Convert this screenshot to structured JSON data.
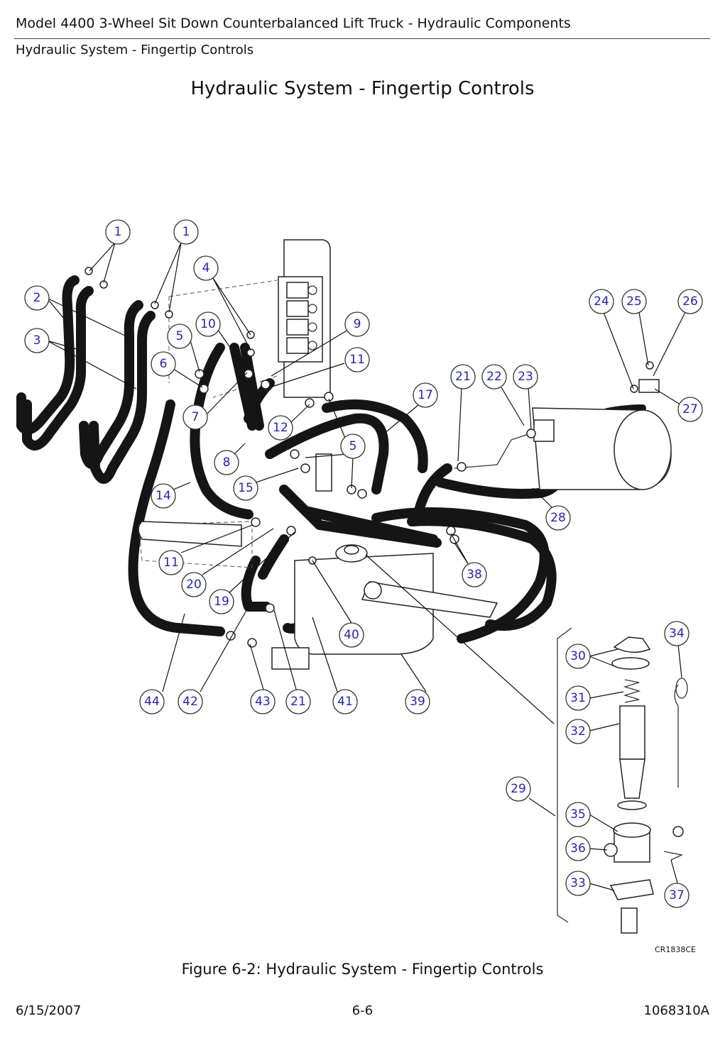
{
  "header": {
    "title": "Model 4400 3-Wheel Sit Down Counterbalanced Lift Truck - Hydraulic Components",
    "section": "Hydraulic System - Fingertip Controls"
  },
  "page_title": "Hydraulic System - Fingertip Controls",
  "figure": {
    "caption": "Figure 6-2:  Hydraulic System - Fingertip Controls",
    "drawing_code": "CR1838CE",
    "callouts": [
      {
        "id": "c1a",
        "label": "1"
      },
      {
        "id": "c1b",
        "label": "1"
      },
      {
        "id": "c2",
        "label": "2"
      },
      {
        "id": "c3",
        "label": "3"
      },
      {
        "id": "c4",
        "label": "4"
      },
      {
        "id": "c5a",
        "label": "5"
      },
      {
        "id": "c5b",
        "label": "5"
      },
      {
        "id": "c6",
        "label": "6"
      },
      {
        "id": "c7",
        "label": "7"
      },
      {
        "id": "c8",
        "label": "8"
      },
      {
        "id": "c9",
        "label": "9"
      },
      {
        "id": "c10",
        "label": "10"
      },
      {
        "id": "c11a",
        "label": "11"
      },
      {
        "id": "c11b",
        "label": "11"
      },
      {
        "id": "c12",
        "label": "12"
      },
      {
        "id": "c14",
        "label": "14"
      },
      {
        "id": "c15",
        "label": "15"
      },
      {
        "id": "c17",
        "label": "17"
      },
      {
        "id": "c19",
        "label": "19"
      },
      {
        "id": "c20",
        "label": "20"
      },
      {
        "id": "c21a",
        "label": "21"
      },
      {
        "id": "c21b",
        "label": "21"
      },
      {
        "id": "c22",
        "label": "22"
      },
      {
        "id": "c23",
        "label": "23"
      },
      {
        "id": "c24",
        "label": "24"
      },
      {
        "id": "c25",
        "label": "25"
      },
      {
        "id": "c26",
        "label": "26"
      },
      {
        "id": "c27",
        "label": "27"
      },
      {
        "id": "c28",
        "label": "28"
      },
      {
        "id": "c29",
        "label": "29"
      },
      {
        "id": "c30",
        "label": "30"
      },
      {
        "id": "c31",
        "label": "31"
      },
      {
        "id": "c32",
        "label": "32"
      },
      {
        "id": "c33",
        "label": "33"
      },
      {
        "id": "c34",
        "label": "34"
      },
      {
        "id": "c35",
        "label": "35"
      },
      {
        "id": "c36",
        "label": "36"
      },
      {
        "id": "c37",
        "label": "37"
      },
      {
        "id": "c38",
        "label": "38"
      },
      {
        "id": "c39",
        "label": "39"
      },
      {
        "id": "c40",
        "label": "40"
      },
      {
        "id": "c41",
        "label": "41"
      },
      {
        "id": "c42",
        "label": "42"
      },
      {
        "id": "c43",
        "label": "43"
      },
      {
        "id": "c44",
        "label": "44"
      }
    ]
  },
  "footer": {
    "date": "6/15/2007",
    "page": "6-6",
    "doc_number": "1068310A"
  }
}
